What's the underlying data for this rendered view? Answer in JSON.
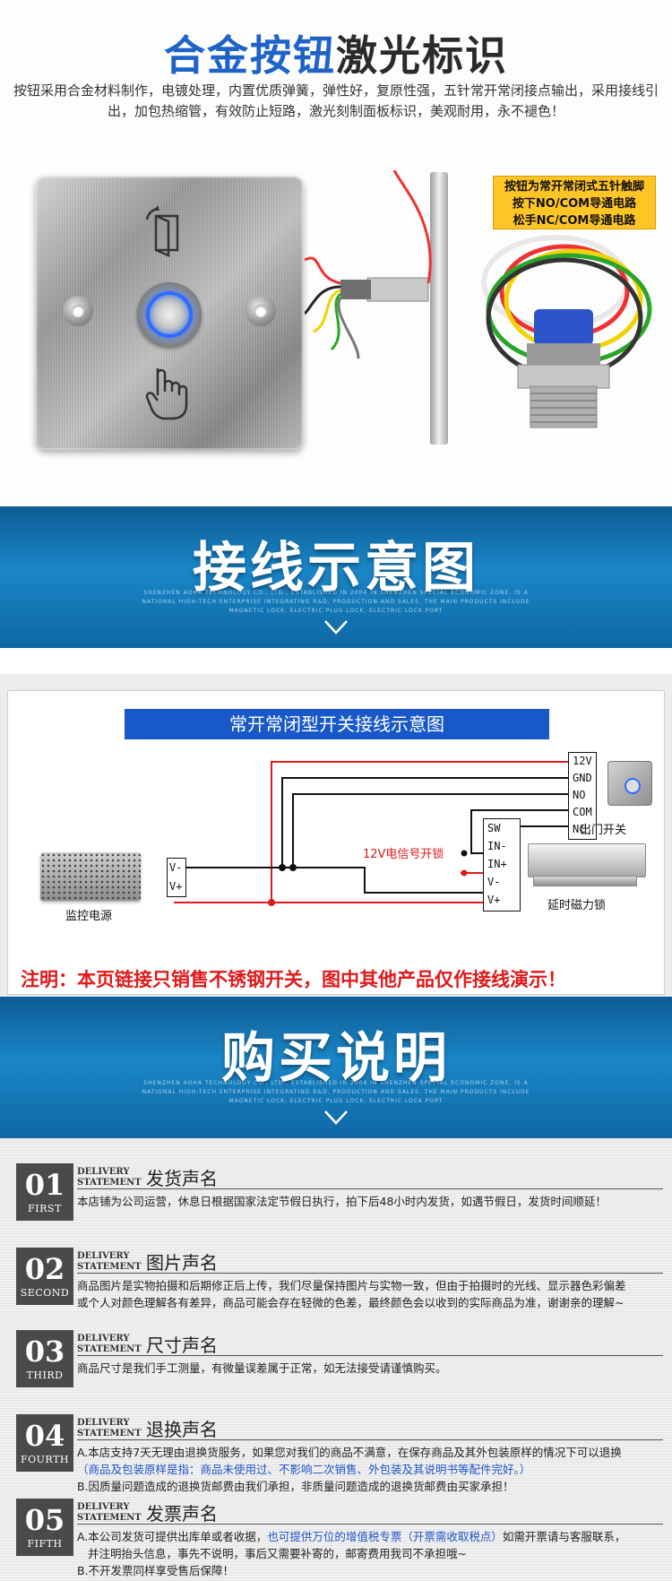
{
  "section1": {
    "title_blue": "合金按钮",
    "title_dark": "激光标识",
    "description": "按钮采用合金材料制作，电镀处理，内置优质弹簧，弹性好，复原性强，五针常开常闭接点输出，采用接线引出，加包热缩管，有效防止短路，激光刻制面板标识，美观耐用，永不褪色！",
    "callout_lines": [
      "按钮为常开常闭式五针触脚",
      "按下NO/COM导通电路",
      "松手NC/COM导通电路"
    ]
  },
  "banner_wiring": {
    "title": "接线示意图",
    "subtitle": "SHENZHEN AOHA TECHNOLOGY CO., LTD., ESTABLISHED IN 2004 IN SHENZHEN SPECIAL ECONOMIC ZONE, IS A NATIONAL HIGH-TECH ENTERPRISE INTEGRATING R&D, PRODUCTION AND SALES. THE MAIN PRODUCTS INCLUDE MAGNETIC LOCK, ELECTRIC PLUG LOCK, ELECTRIC LOCK PORT"
  },
  "wiring": {
    "title": "常开常闭型开关接线示意图",
    "switch_terminals": [
      "12V",
      "GND",
      "NO",
      "COM",
      "NC"
    ],
    "switch_label": "出门开关",
    "lock_terminals": [
      "SW",
      "IN-",
      "IN+",
      "V-",
      "V+"
    ],
    "lock_label": "延时磁力锁",
    "signal_label": "12V电信号开锁",
    "psu_terminals": [
      "V-",
      "V+"
    ],
    "psu_label": "监控电源",
    "note": "注明：本页链接只销售不锈钢开关，图中其他产品仅作接线演示！",
    "colors": {
      "red": "#e0191a",
      "black": "#111111",
      "title_bg": "#1958c8"
    }
  },
  "banner_purchase": {
    "title": "购买说明",
    "subtitle": "SHENZHEN AOHA TECHNOLOGY CO., LTD., ESTABLISHED IN 2004 IN SHENZHEN SPECIAL ECONOMIC ZONE, IS A NATIONAL HIGH-TECH ENTERPRISE INTEGRATING R&D, PRODUCTION AND SALES. THE MAIN PRODUCTS INCLUDE MAGNETIC LOCK, ELECTRIC PLUG LOCK, ELECTRIC LOCK PORT"
  },
  "purchase": {
    "ds_line1": "DELIVERY",
    "ds_line2": "STATEMENT",
    "items": [
      {
        "num": "01",
        "word": "FIRST",
        "heading": "发货声名",
        "lines": [
          "本店铺为公司运营，休息日根据国家法定节假日执行，拍下后48小时内发货，如遇节假日，发货时间顺延！"
        ]
      },
      {
        "num": "02",
        "word": "SECOND",
        "heading": "图片声名",
        "lines": [
          "商品图片是实物拍摄和后期修正后上传，我们尽量保持图片与实物一致，但由于拍摄时的光线、显示器色彩偏差",
          "或个人对颜色理解各有差异，商品可能会存在轻微的色差，最终颜色会以收到的实际商品为准，谢谢亲的理解~"
        ]
      },
      {
        "num": "03",
        "word": "THIRD",
        "heading": "尺寸声名",
        "lines": [
          "商品尺寸是我们手工测量，有微量误差属于正常，如无法接受请谨慎购买。"
        ]
      },
      {
        "num": "04",
        "word": "FOURTH",
        "heading": "退换声名",
        "lines": [
          "A.本店支持7天无理由退换货服务，如果您对我们的商品不满意，在保存商品及其外包装原样的情况下可以退换"
        ],
        "blue_line": "（商品及包装原样是指：商品未使用过、不影响二次销售、外包装及其说明书等配件完好。）",
        "lines_after": [
          "B.因质量问题造成的退换货邮费由我们承担，非质量问题造成的退换货邮费由买家承担！"
        ]
      },
      {
        "num": "05",
        "word": "FIFTH",
        "heading": "发票声名",
        "line_a_pre": "A.本公司发货可提供出库单或者收据，",
        "line_a_blue": "也可提供万位的增值税专票（开票需收取税点）",
        "line_a_post": "如需开票请与客服联系，",
        "lines_after": [
          "并注明抬头信息，事先不说明，事后又需要补寄的，邮寄费用我司不承担哦~",
          "B.不开发票同样享受售后保障！"
        ]
      }
    ]
  }
}
